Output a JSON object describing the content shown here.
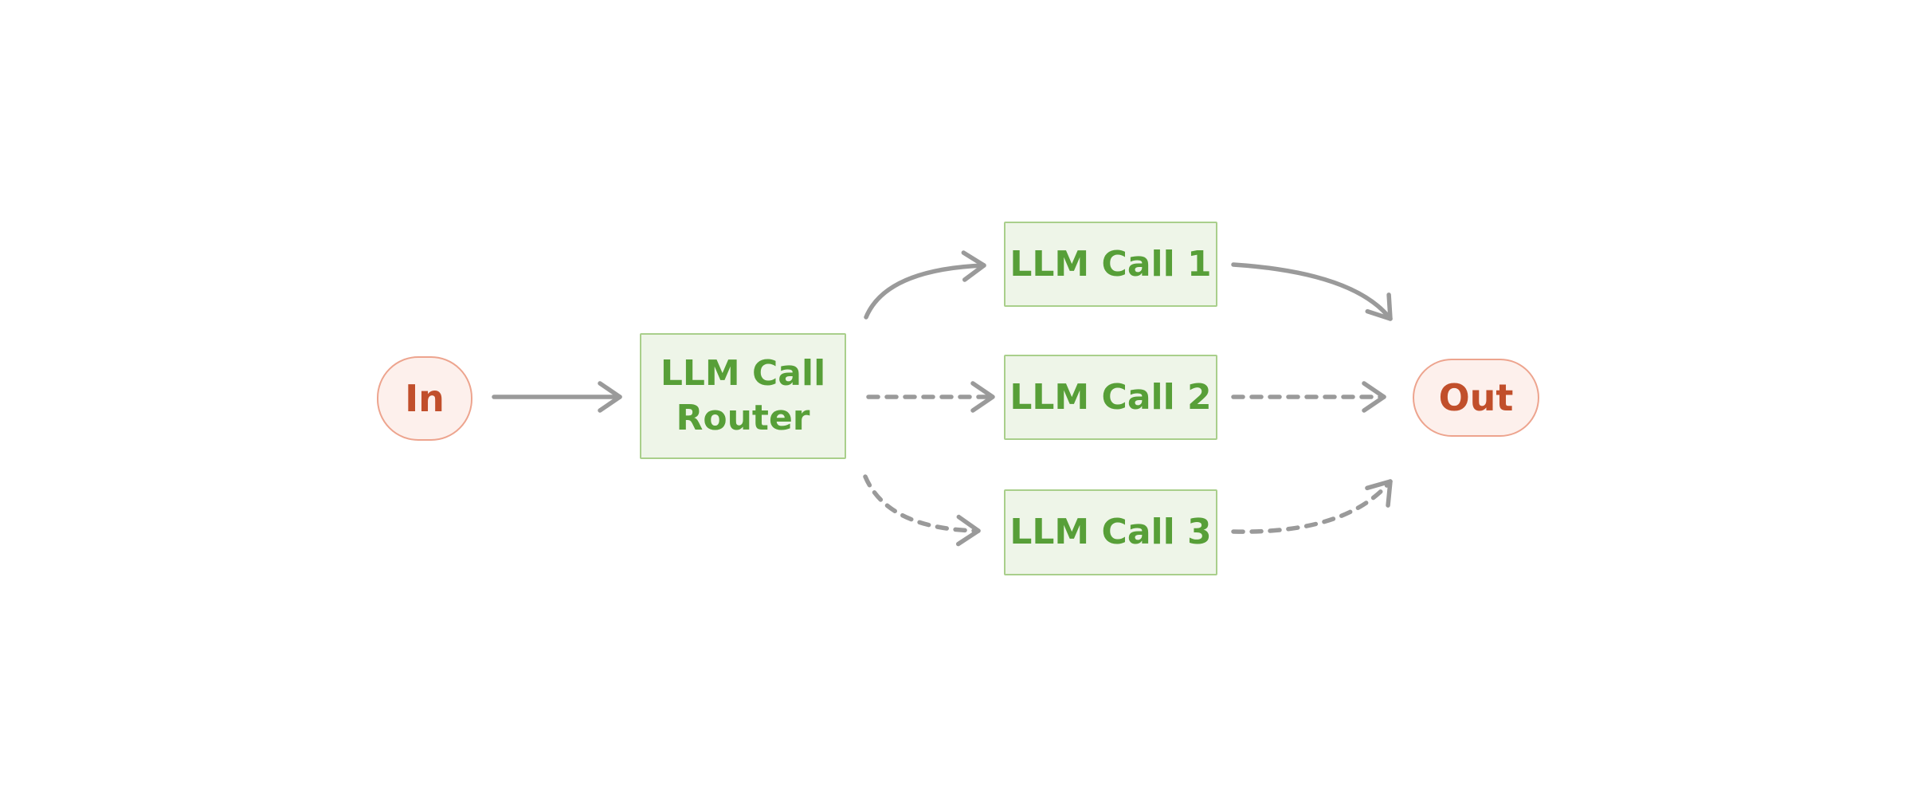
{
  "diagram": {
    "type": "flowchart",
    "description": "Routing workflow: input routed by an LLM call router to one of three LLM calls, then to output",
    "nodes": {
      "input": {
        "label": "In",
        "shape": "pill"
      },
      "router": {
        "label": "LLM Call Router",
        "shape": "box"
      },
      "call1": {
        "label": "LLM Call 1",
        "shape": "box"
      },
      "call2": {
        "label": "LLM Call 2",
        "shape": "box"
      },
      "call3": {
        "label": "LLM Call 3",
        "shape": "box"
      },
      "output": {
        "label": "Out",
        "shape": "pill"
      }
    },
    "edges": [
      {
        "from": "In",
        "to": "LLM Call Router",
        "style": "solid"
      },
      {
        "from": "LLM Call Router",
        "to": "LLM Call 1",
        "style": "solid"
      },
      {
        "from": "LLM Call Router",
        "to": "LLM Call 2",
        "style": "dashed"
      },
      {
        "from": "LLM Call Router",
        "to": "LLM Call 3",
        "style": "dashed"
      },
      {
        "from": "LLM Call 1",
        "to": "Out",
        "style": "solid"
      },
      {
        "from": "LLM Call 2",
        "to": "Out",
        "style": "dashed"
      },
      {
        "from": "LLM Call 3",
        "to": "Out",
        "style": "dashed"
      }
    ],
    "colors": {
      "background": "#ffffff",
      "box_fill": "#eef5e8",
      "box_border": "#a9cf8b",
      "box_text": "#579f38",
      "pill_fill": "#fdf0ec",
      "pill_border": "#eda48e",
      "pill_text": "#c14f2b",
      "arrow": "#9a9a9a"
    }
  }
}
